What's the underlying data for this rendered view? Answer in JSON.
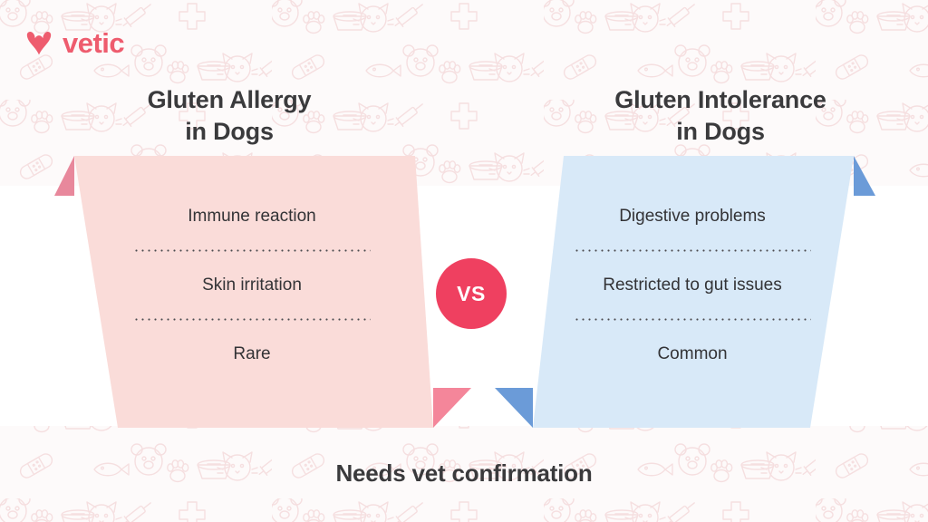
{
  "brand": {
    "name": "vetic",
    "logo_icon": "heart-v-icon",
    "color": "#ee5c6e"
  },
  "headings": {
    "left": "Gluten Allergy\nin Dogs",
    "left_line1": "Gluten Allergy",
    "left_line2": "in Dogs",
    "right_line1": "Gluten Intolerance",
    "right_line2": "in Dogs"
  },
  "comparison": {
    "vs_label": "VS",
    "left": {
      "fill_color": "#fadcd9",
      "accent_color": "#e8889c",
      "items": [
        "Immune reaction",
        "Skin irritation",
        "Rare"
      ]
    },
    "right": {
      "fill_color": "#d8e9f8",
      "accent_color": "#6b9bd8",
      "items": [
        "Digestive problems",
        "Restricted to gut issues",
        "Common"
      ]
    }
  },
  "footer": {
    "caption": "Needs vet confirmation"
  },
  "colors": {
    "accent_pink": "#ef4060",
    "text_dark": "#3a3a3c",
    "background": "#fdfafa",
    "band": "#ffffff"
  }
}
